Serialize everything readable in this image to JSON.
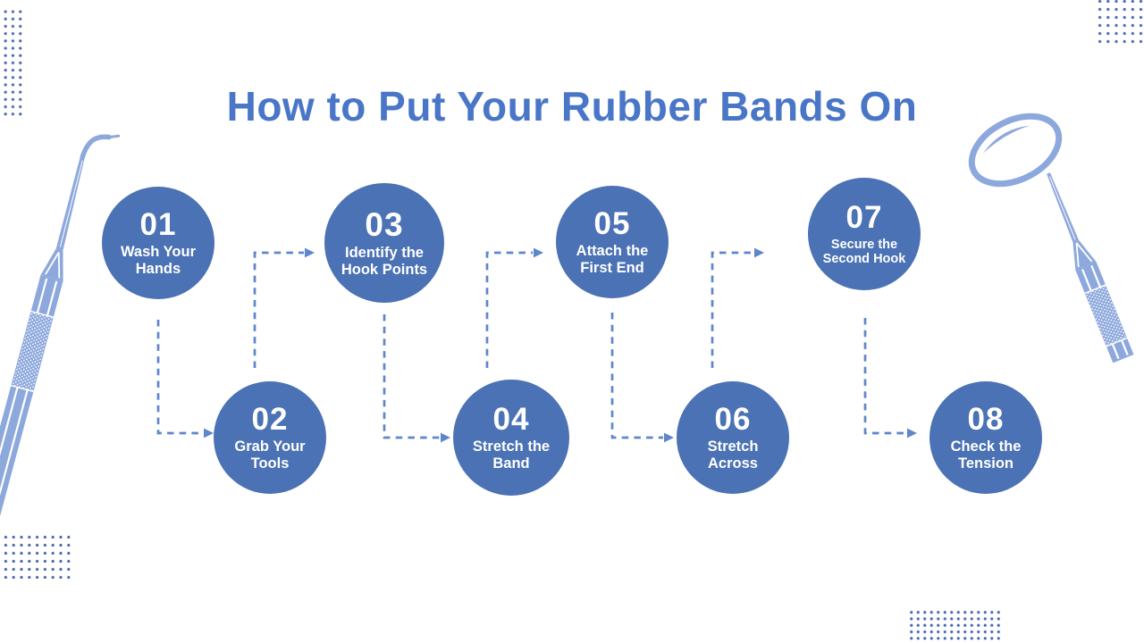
{
  "title": "How to Put Your Rubber Bands On",
  "steps": [
    {
      "number": "01",
      "label": "Wash Your\nHands"
    },
    {
      "number": "02",
      "label": "Grab Your\nTools"
    },
    {
      "number": "03",
      "label": "Identify the\nHook Points"
    },
    {
      "number": "04",
      "label": "Stretch the\nBand"
    },
    {
      "number": "05",
      "label": "Attach the\nFirst End"
    },
    {
      "number": "06",
      "label": "Stretch\nAcross"
    },
    {
      "number": "07",
      "label": "Secure the\nSecond Hook"
    },
    {
      "number": "08",
      "label": "Check the\nTension"
    }
  ],
  "colors": {
    "title": "#4a76c8",
    "circle": "#4b72b4",
    "step_text": "#ffffff",
    "connector": "#5e86cb",
    "tools": "#8da8dc",
    "dots": "#4766b2"
  },
  "icons": {
    "left_tool": "dental-probe-icon",
    "right_tool": "dental-mirror-icon",
    "connector_arrow": "dashed-arrow-icon"
  }
}
